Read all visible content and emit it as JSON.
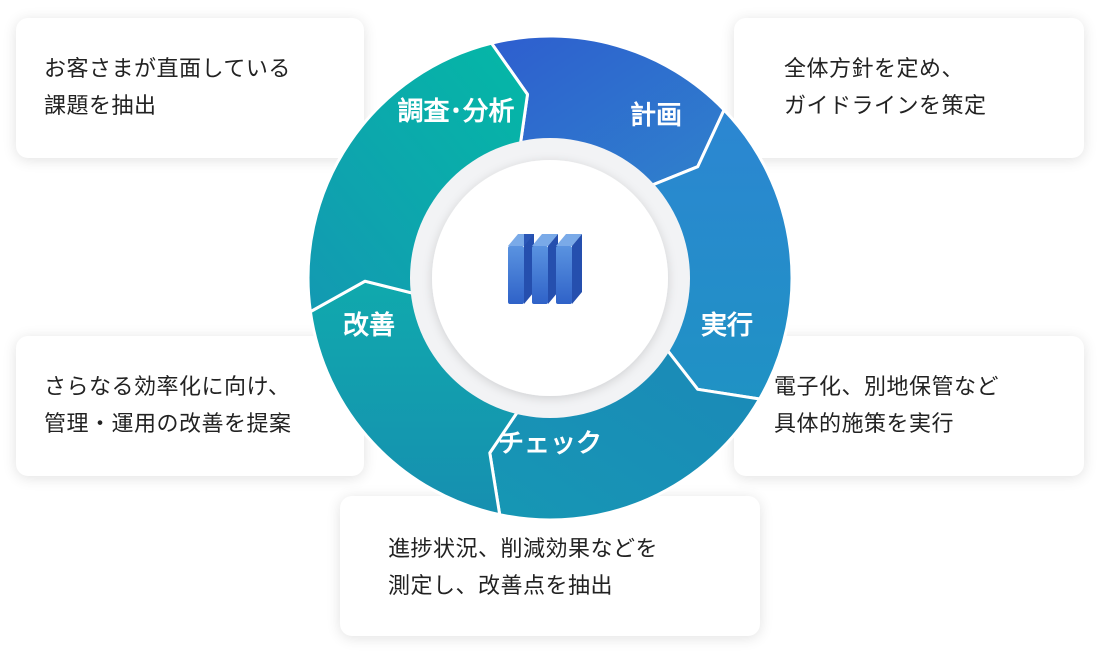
{
  "stages": {
    "survey": "調査･分析",
    "plan": "計画",
    "execute": "実行",
    "check": "チェック",
    "improve": "改善"
  },
  "cards": {
    "survey": [
      "お客さまが直面している",
      "課題を抽出"
    ],
    "plan": [
      "全体方針を定め、",
      "ガイドラインを策定"
    ],
    "execute": [
      "電子化、別地保管など",
      "具体的施策を実行"
    ],
    "check": [
      "進捗状況、削減効果などを",
      "測定し、改善点を抽出"
    ],
    "improve": [
      "さらなる効率化に向け、",
      "管理・運用の改善を提案"
    ]
  },
  "center_icon": "books-icon",
  "colors": {
    "survey": "#0eb3a7",
    "plan": "#2f6fd0",
    "execute": "#2a8cd0",
    "check": "#1a8fb8",
    "improve": "#139ab0",
    "text_on_ring": "#ffffff",
    "card_text": "#222222"
  }
}
